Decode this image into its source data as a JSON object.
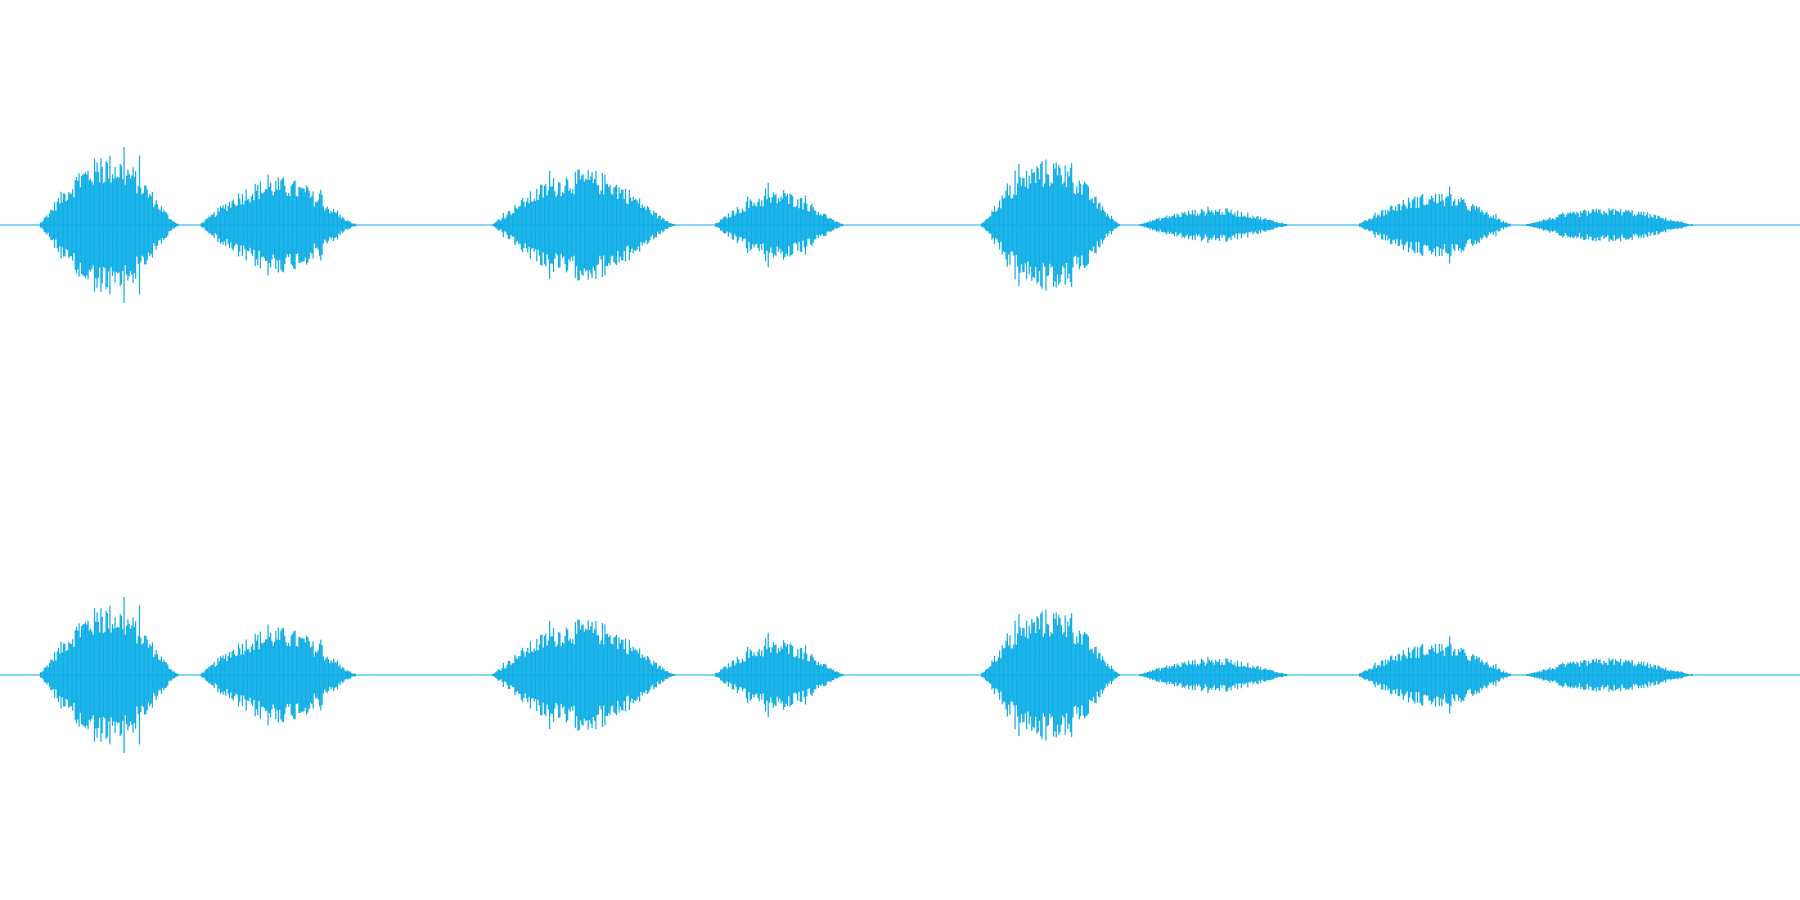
{
  "waveform": {
    "color": "#0aace6",
    "background": "#ffffff",
    "channels": [
      "left-channel",
      "right-channel"
    ],
    "bursts": [
      {
        "center": 0.061,
        "width": 0.08,
        "amplitude": 0.92
      },
      {
        "center": 0.155,
        "width": 0.09,
        "amplitude": 0.62
      },
      {
        "center": 0.325,
        "width": 0.105,
        "amplitude": 0.72
      },
      {
        "center": 0.433,
        "width": 0.075,
        "amplitude": 0.44
      },
      {
        "center": 0.584,
        "width": 0.08,
        "amplitude": 0.86
      },
      {
        "center": 0.675,
        "width": 0.09,
        "amplitude": 0.22
      },
      {
        "center": 0.798,
        "width": 0.09,
        "amplitude": 0.42
      },
      {
        "center": 0.895,
        "width": 0.1,
        "amplitude": 0.22
      }
    ]
  }
}
